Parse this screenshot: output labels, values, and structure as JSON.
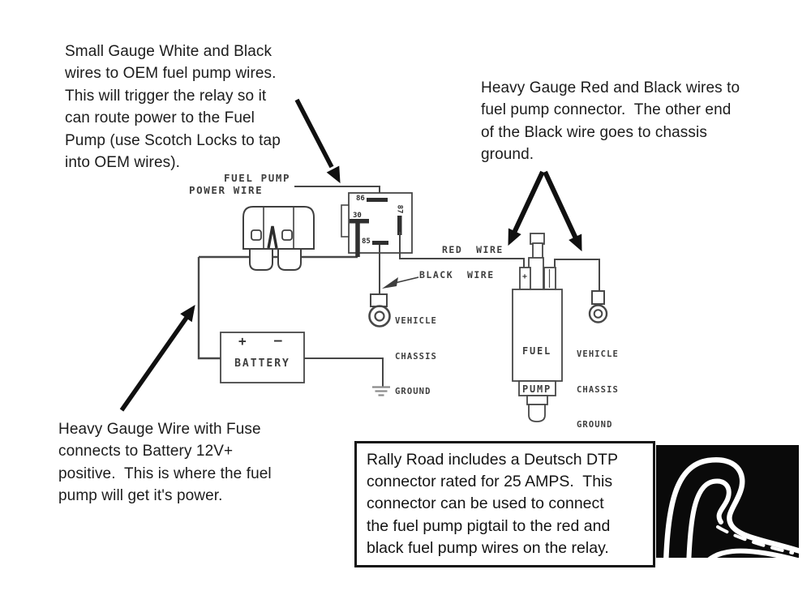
{
  "annotations": {
    "top_left": {
      "lines": [
        "Small Gauge White and Black",
        "wires to OEM fuel pump wires.",
        "This will trigger the relay so it",
        "can route power to the Fuel",
        "Pump (use Scotch Locks to tap",
        "into OEM wires)."
      ]
    },
    "top_right": {
      "lines": [
        "Heavy Gauge Red and Black wires to",
        "fuel pump connector.  The other end",
        "of the Black wire goes to chassis",
        "ground."
      ]
    },
    "bottom_left": {
      "lines": [
        "Heavy Gauge Wire with Fuse",
        "connects to Battery 12V+",
        "positive.  This is where the fuel",
        "pump will get it's power."
      ]
    },
    "note_box": {
      "lines": [
        "Rally Road includes a Deutsch DTP",
        "connector rated for 25 AMPS.  This",
        "connector can be used to connect",
        "the fuel pump pigtail to the red and",
        "black fuel pump wires on the relay."
      ]
    }
  },
  "diagram": {
    "labels": {
      "power_wire": [
        "FUEL PUMP",
        "POWER WIRE"
      ],
      "red_wire": "RED  WIRE",
      "black_wire": "BLACK  WIRE",
      "chassis_ground": [
        "VEHICLE",
        "CHASSIS",
        "GROUND"
      ],
      "fuel_pump": [
        "FUEL",
        "PUMP"
      ],
      "battery": "BATTERY",
      "battery_plus": "+",
      "battery_minus": "–",
      "pump_plus": "+",
      "pins": {
        "p86": "86",
        "p30": "30",
        "p87": "87",
        "p85": "85"
      }
    },
    "components": [
      "fuse-holder",
      "relay",
      "battery",
      "fuel-pump",
      "ring-terminal-left",
      "ring-terminal-right",
      "earth-ground"
    ],
    "icon": "rally-road-track-logo"
  },
  "colors": {
    "ink": "#1c1c1c",
    "line": "#474747",
    "arrow": "#101010",
    "logo_bg": "#0a0a0a",
    "ground_faint": "#8b8b8b"
  }
}
